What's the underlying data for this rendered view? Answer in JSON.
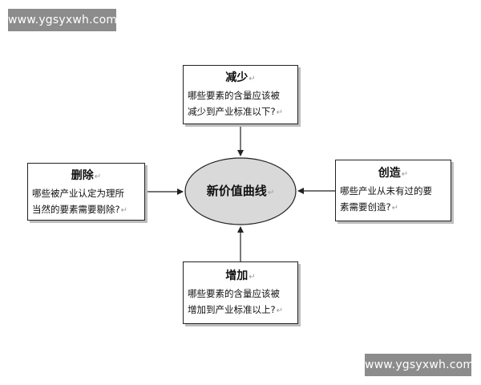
{
  "watermark": {
    "top_text": "www.ygsyxwh.com",
    "bottom_text": "www.ygsyxwh.com"
  },
  "center": {
    "label": "新价值曲线",
    "fill_color": "#d9d9d9"
  },
  "boxes": {
    "reduce": {
      "title": "减少",
      "line1": "哪些要素的含量应该被",
      "line2": "减少到产业标准以下?"
    },
    "delete": {
      "title": "删除",
      "line1": "哪些被产业认定为理所",
      "line2": "当然的要素需要剔除?"
    },
    "create": {
      "title": "创造",
      "line1": "哪些产业从未有过的要",
      "line2": "素需要创造?"
    },
    "increase": {
      "title": "增加",
      "line1": "哪些要素的含量应该被",
      "line2": "增加到产业标准以上?"
    }
  },
  "paragraph_mark": "↵"
}
